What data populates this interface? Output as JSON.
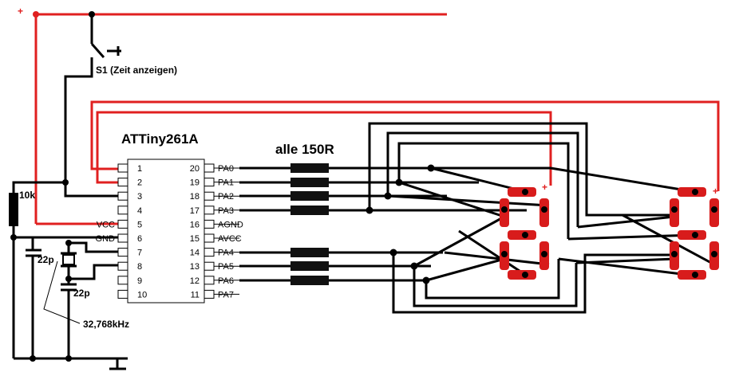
{
  "plus_sign": "+",
  "chip_name": "ATTiny261A",
  "switch_label": "S1 (Zeit anzeigen)",
  "resistor_group_label": "alle 150R",
  "pullup_label": "10k",
  "cap1_label": "22p",
  "cap2_label": "22p",
  "crystal_label": "32,768kHz",
  "pins_left": [
    {
      "num": "1",
      "name": ""
    },
    {
      "num": "2",
      "name": ""
    },
    {
      "num": "3",
      "name": ""
    },
    {
      "num": "4",
      "name": ""
    },
    {
      "num": "5",
      "name": "VCC"
    },
    {
      "num": "6",
      "name": "GND"
    },
    {
      "num": "7",
      "name": ""
    },
    {
      "num": "8",
      "name": ""
    },
    {
      "num": "9",
      "name": ""
    },
    {
      "num": "10",
      "name": ""
    }
  ],
  "pins_right": [
    {
      "num": "20",
      "name": "PA0"
    },
    {
      "num": "19",
      "name": "PA1"
    },
    {
      "num": "18",
      "name": "PA2"
    },
    {
      "num": "17",
      "name": "PA3"
    },
    {
      "num": "16",
      "name": "AGND"
    },
    {
      "num": "15",
      "name": "AVCC"
    },
    {
      "num": "14",
      "name": "PA4"
    },
    {
      "num": "13",
      "name": "PA5"
    },
    {
      "num": "12",
      "name": "PA6"
    },
    {
      "num": "11",
      "name": "PA7"
    }
  ],
  "colors": {
    "supply": "#e02020",
    "wire": "#000000",
    "segment": "#d81c1c"
  }
}
